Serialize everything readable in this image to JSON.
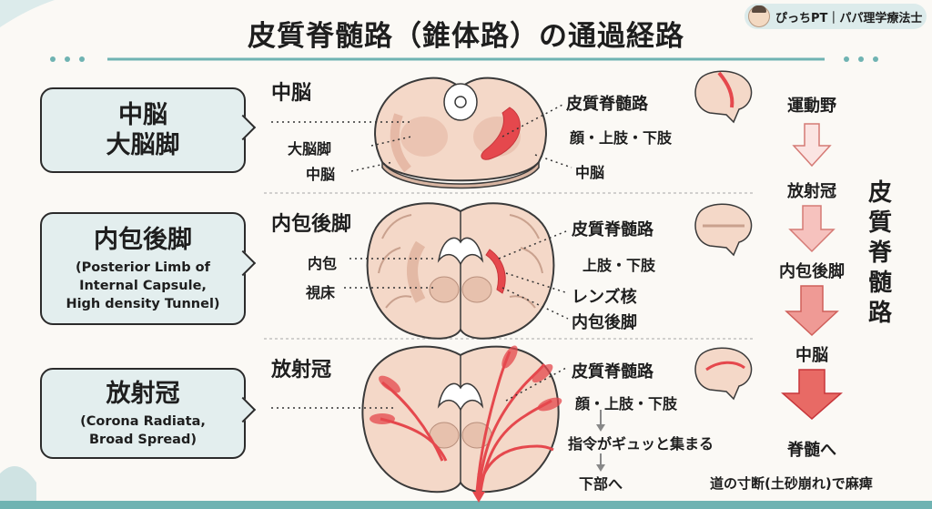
{
  "title": "皮質脊髄路（錐体路）の通過経路",
  "badge": "ぴっちPT｜パパ理学療法士",
  "sections": [
    {
      "callout_title": "中脳\n大脳脚",
      "callout_sub": "",
      "label": "中脳",
      "left_labels": [
        "大脳脚",
        "中脳"
      ],
      "right_title": "皮質脊髄路",
      "right_sub": "顔・上肢・下肢",
      "right_extra": [
        "中脳"
      ]
    },
    {
      "callout_title": "内包後脚",
      "callout_sub": "(Posterior Limb of\nInternal Capsule,\nHigh density Tunnel)",
      "label": "内包後脚",
      "left_labels": [
        "内包",
        "視床"
      ],
      "right_title": "皮質脊髄路",
      "right_sub": "上肢・下肢",
      "right_extra": [
        "レンズ核",
        "内包後脚"
      ]
    },
    {
      "callout_title": "放射冠",
      "callout_sub": "(Corona Radiata,\nBroad Spread)",
      "label": "放射冠",
      "left_labels": [],
      "right_title": "皮質脊髄路",
      "right_sub": "顔・上肢・下肢",
      "right_extra": [
        "指令がギュッと集まる",
        "下部へ"
      ]
    }
  ],
  "flow": [
    "運動野",
    "放射冠",
    "内包後脚",
    "中脳",
    "脊髄へ"
  ],
  "vertical_label": "皮質脊髄路",
  "footer_note": "道の寸断(土砂崩れ)で麻痺",
  "colors": {
    "accent": "#e5484d",
    "teal": "#6fb3b2",
    "callout_bg": "#e3eeee",
    "brain": "#f4d8c8",
    "arrow": "#f3b2ae"
  }
}
